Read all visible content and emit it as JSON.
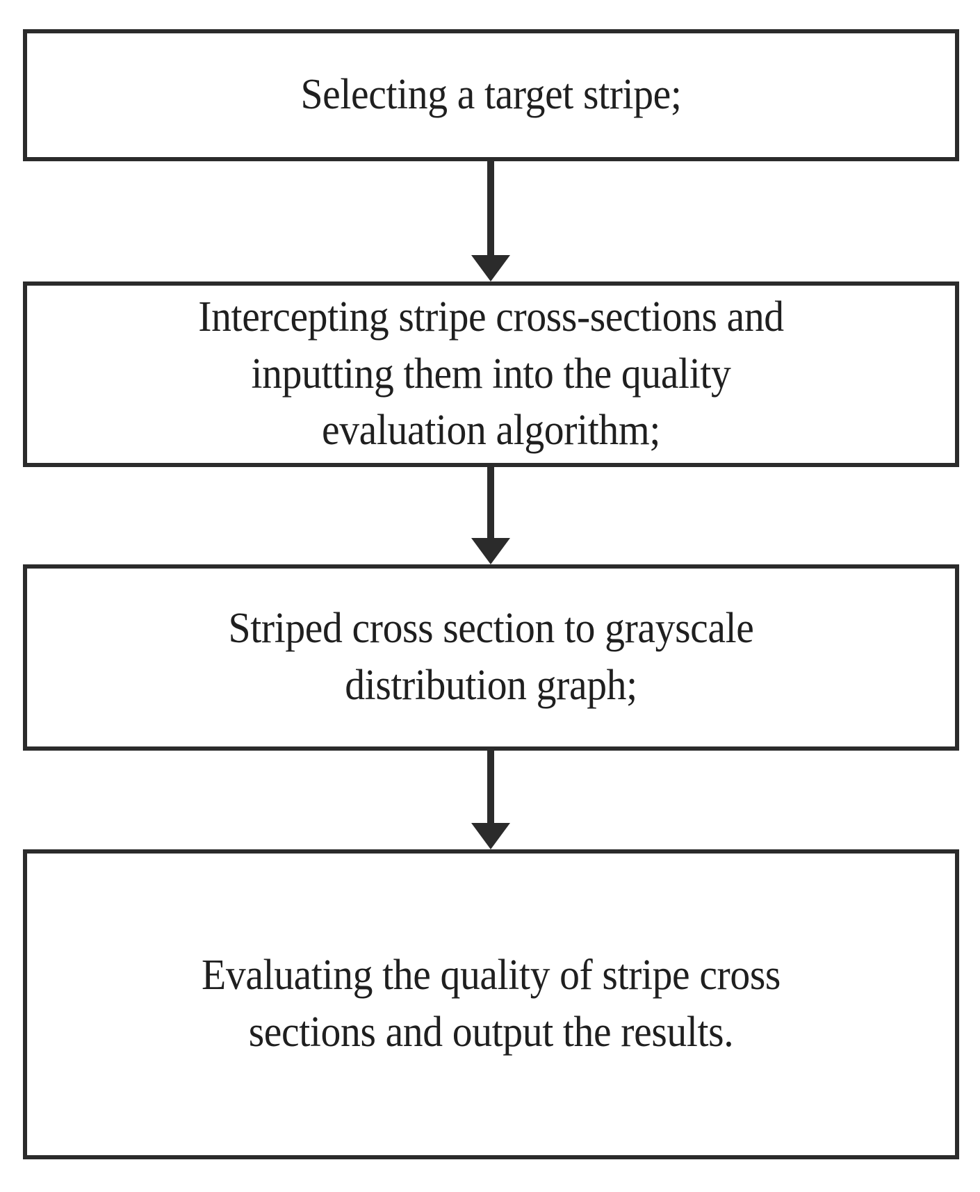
{
  "diagram": {
    "type": "flowchart",
    "orientation": "vertical",
    "background_color": "#ffffff",
    "border_color": "#2b2b2b",
    "text_color": "#1f1f1f",
    "nodes": [
      {
        "id": "step-1",
        "shape": "rectangle",
        "text": "Selecting a target stripe;"
      },
      {
        "id": "step-2",
        "shape": "rectangle",
        "text": "Intercepting stripe cross-sections and\ninputting them into the quality\nevaluation algorithm;"
      },
      {
        "id": "step-3",
        "shape": "rectangle",
        "text": "Striped cross section to grayscale\ndistribution graph;"
      },
      {
        "id": "step-4",
        "shape": "rectangle",
        "text": "Evaluating the quality of stripe cross\nsections and output the results."
      }
    ],
    "connectors": [
      {
        "id": "arrow-1",
        "from": "step-1",
        "to": "step-2",
        "style": "solid-down-arrow",
        "label": ""
      },
      {
        "id": "arrow-2",
        "from": "step-2",
        "to": "step-3",
        "style": "solid-down-arrow",
        "label": ""
      },
      {
        "id": "arrow-3",
        "from": "step-3",
        "to": "step-4",
        "style": "solid-down-arrow",
        "label": ""
      }
    ]
  }
}
